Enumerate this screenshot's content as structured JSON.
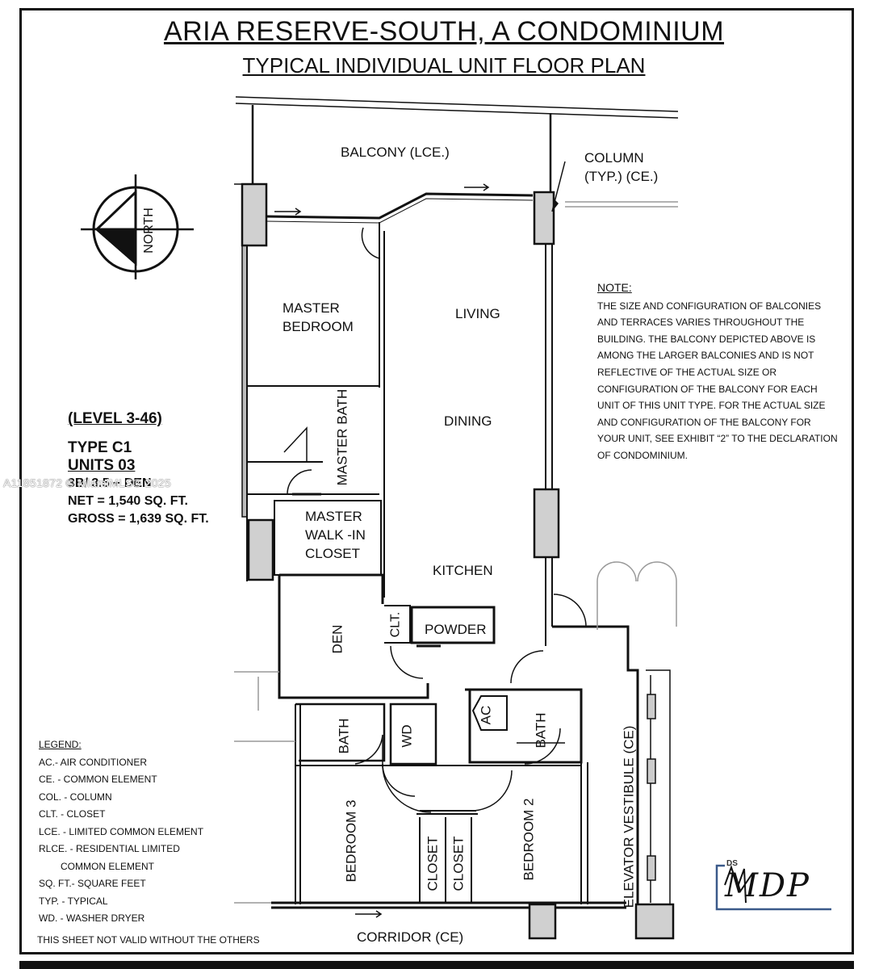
{
  "title": "ARIA RESERVE-SOUTH, A CONDOMINIUM",
  "subtitle": "TYPICAL INDIVIDUAL UNIT FLOOR PLAN",
  "compass": {
    "label": "NORTH"
  },
  "plan_labels": {
    "balcony": "BALCONY (LCE.)",
    "column_line1": "COLUMN",
    "column_line2": "(TYP.) (CE.)",
    "master_bedroom_1": "MASTER",
    "master_bedroom_2": "BEDROOM",
    "living": "LIVING",
    "dining": "DINING",
    "kitchen": "KITCHEN",
    "master_bath": "MASTER BATH",
    "walk_in_1": "MASTER",
    "walk_in_2": "WALK -IN",
    "walk_in_3": "CLOSET",
    "den": "DEN",
    "clt": "CLT.",
    "powder": "POWDER",
    "bath_left": "BATH",
    "wd": "WD",
    "ac": "AC",
    "bath_right": "BATH",
    "bedroom3": "BEDROOM 3",
    "closet_a": "CLOSET",
    "closet_b": "CLOSET",
    "bedroom2": "BEDROOM 2",
    "elevator_vestibule": "ELEVATOR VESTIBULE (CE)",
    "corridor": "CORRIDOR (CE)"
  },
  "note": {
    "heading": "NOTE:",
    "lines": [
      "THE SIZE AND CONFIGURATION OF BALCONIES",
      "AND TERRACES VARIES THROUGHOUT THE",
      "BUILDING.  THE BALCONY DEPICTED ABOVE IS",
      "AMONG THE LARGER BALCONIES AND IS NOT",
      "REFLECTIVE OF THE ACTUAL SIZE OR",
      "CONFIGURATION OF THE BALCONY FOR EACH",
      "UNIT OF THIS UNIT TYPE. FOR THE ACTUAL SIZE",
      "AND CONFIGURATION OF THE BALCONY FOR",
      "YOUR UNIT, SEE EXHIBIT “2” TO THE DECLARATION",
      "OF CONDOMINIUM."
    ]
  },
  "unit_info": {
    "level": "(LEVEL 3-46)",
    "type": "TYPE C1",
    "units": "UNITS 03",
    "beds": "3B/ 3.5 + DEN",
    "net": "NET = 1,540 SQ. FT.",
    "gross": "GROSS = 1,639 SQ. FT."
  },
  "watermark": "A11851872 © MiamiMLS® 2025",
  "legend": {
    "heading": "LEGEND:",
    "items": [
      "AC.- AIR CONDITIONER",
      "CE. - COMMON ELEMENT",
      "COL. - COLUMN",
      "CLT. - CLOSET",
      "LCE. - LIMITED COMMON ELEMENT",
      "RLCE. - RESIDENTIAL LIMITED",
      "COMMON ELEMENT",
      "SQ. FT.- SQUARE FEET",
      "TYP. - TYPICAL",
      "WD. - WASHER DRYER"
    ]
  },
  "disclaimer": "THIS SHEET NOT VALID WITHOUT THE OTHERS",
  "signature_stamp": {
    "prefix": "DS",
    "initials": "MDP"
  }
}
